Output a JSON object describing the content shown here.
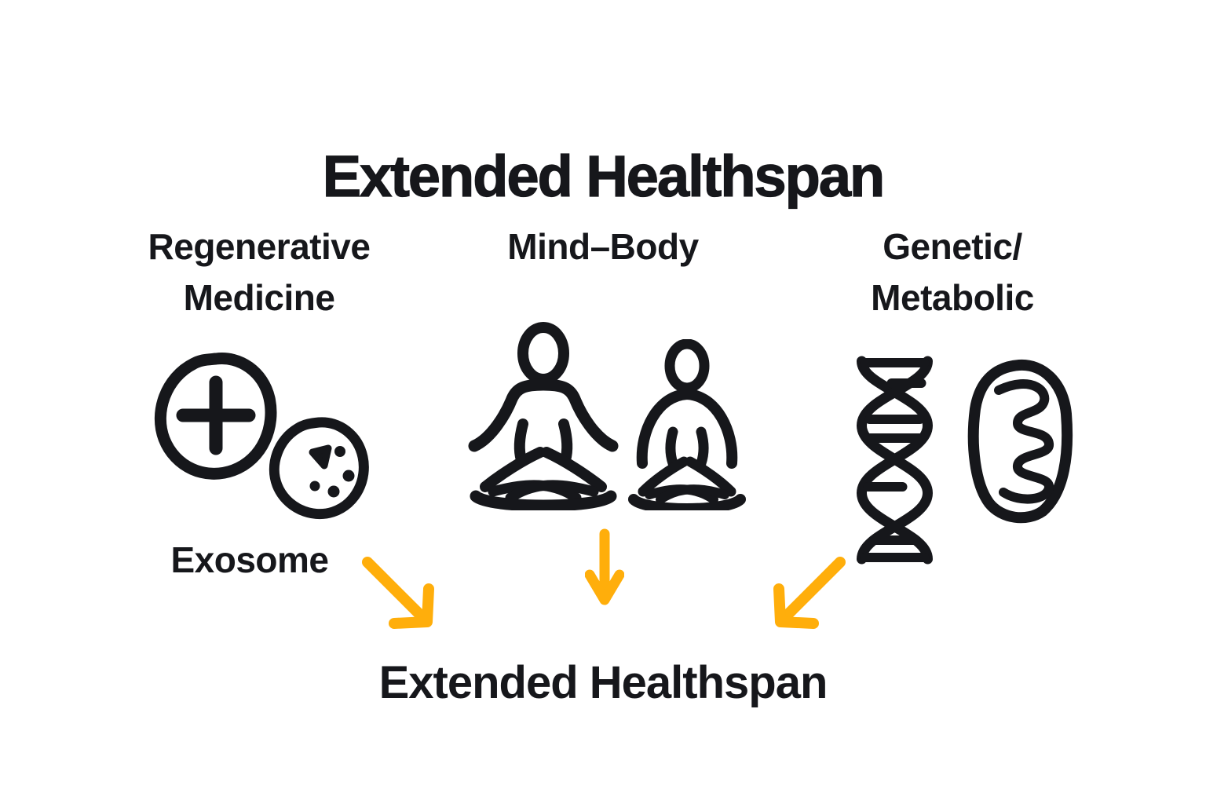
{
  "title": "Extended Healthspan",
  "columns": [
    {
      "label_line1": "Regenerative",
      "label_line2": "Medicine",
      "caption": "Exosome",
      "icons": [
        "medical-plus-circle-icon",
        "exosome-vesicle-icon"
      ]
    },
    {
      "label_line1": "Mind–Body",
      "icons": [
        "meditation-person-large-icon",
        "meditation-person-small-icon"
      ]
    },
    {
      "label_line1": "Genetic/",
      "label_line2": "Metabolic",
      "icons": [
        "dna-helix-icon",
        "mitochondria-icon"
      ]
    }
  ],
  "arrows": [
    "arrow-down-right",
    "arrow-down",
    "arrow-down-left"
  ],
  "result_label": "Extended Healthspan",
  "colors": {
    "ink": "#16171b",
    "arrow": "#ffae0b",
    "background": "#ffffff"
  }
}
